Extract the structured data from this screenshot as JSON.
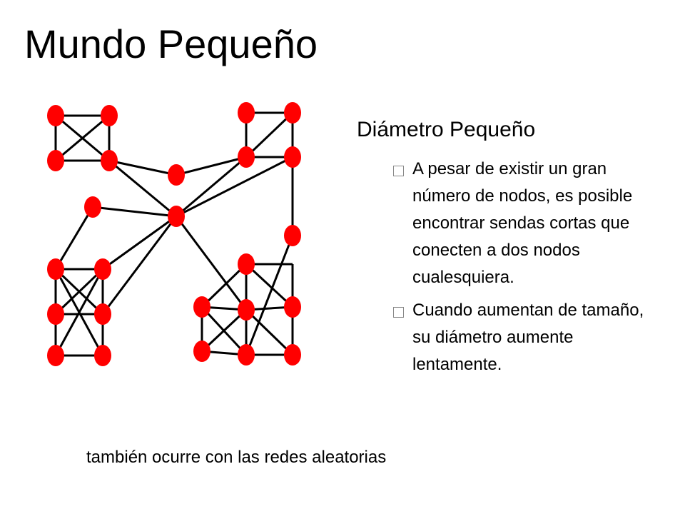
{
  "slide": {
    "title": "Mundo Pequeño",
    "heading": "Diámetro Pequeño",
    "bullets": [
      {
        "text": "A pesar de existir un gran número de nodos, es posible encontrar sendas cortas que conecten a dos nodos cualesquiera."
      },
      {
        "text": "Cuando aumentan de tamaño, su diámetro aumente lentamente."
      }
    ],
    "footnote": "también ocurre con las redes aleatorias"
  },
  "colors": {
    "node_fill": "#ff0000",
    "edge": "#000000",
    "bullet_box": "#888888"
  },
  "diagram": {
    "type": "network-graph",
    "node_count": 23
  }
}
